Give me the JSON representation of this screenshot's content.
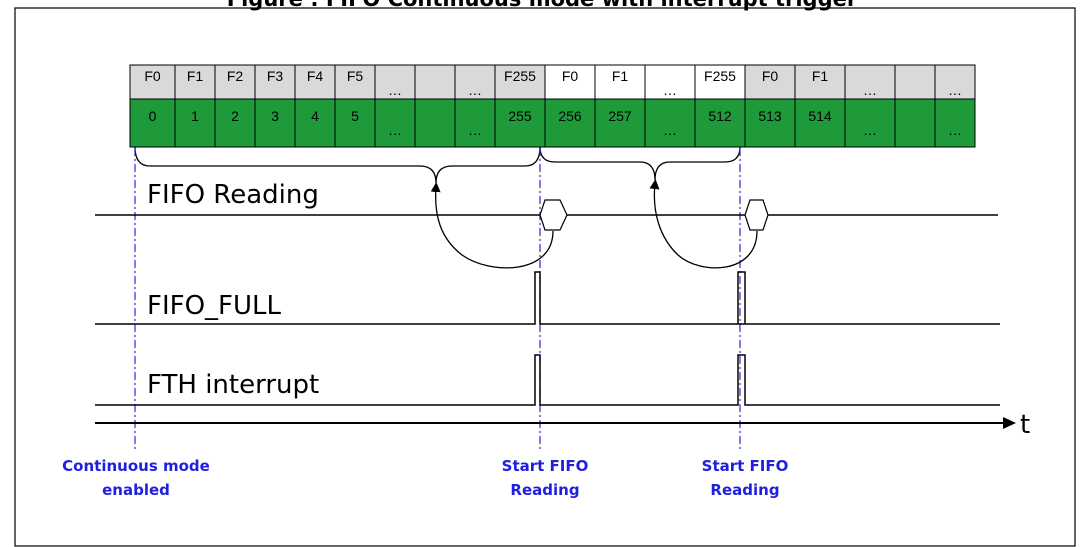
{
  "title": "Figure : FIFO Continuous mode with interrupt trigger",
  "colors": {
    "top_row": "#d9d9d9",
    "bottom_row": "#1e9a3a",
    "annotation": "#1f1fe0",
    "marker_line": "#2a2ad8",
    "signal": "#000000"
  },
  "fifo_table": {
    "top": [
      "F0",
      "F1",
      "F2",
      "F3",
      "F4",
      "F5",
      "…",
      "",
      "…",
      "F255",
      "F0",
      "F1",
      "…",
      "F255",
      "F0",
      "F1",
      "…",
      "",
      "…"
    ],
    "bottom": [
      "0",
      "1",
      "2",
      "3",
      "4",
      "5",
      "…",
      "",
      "…",
      "255",
      "256",
      "257",
      "…",
      "512",
      "513",
      "514",
      "…",
      "",
      "…"
    ],
    "top_white": [
      false,
      false,
      false,
      false,
      false,
      false,
      false,
      false,
      false,
      false,
      true,
      true,
      true,
      true,
      false,
      false,
      false,
      false,
      false
    ]
  },
  "signals": {
    "fifo_reading": "FIFO Reading",
    "fifo_full": "FIFO_FULL",
    "fth_interrupt": "FTH interrupt",
    "time_axis": "t"
  },
  "annotations": {
    "continuous": [
      "Continuous mode",
      "enabled"
    ],
    "start1": [
      "Start FIFO",
      "Reading"
    ],
    "start2": [
      "Start FIFO",
      "Reading"
    ]
  }
}
